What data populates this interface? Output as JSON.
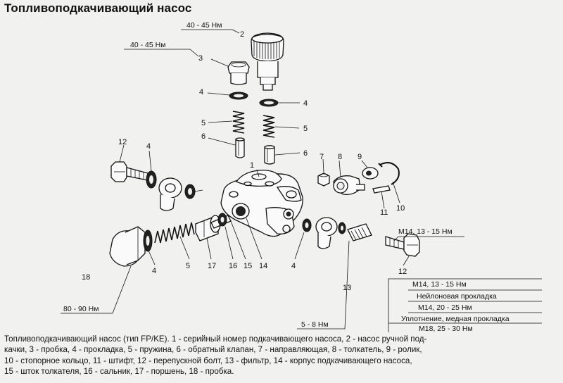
{
  "title": "Топливоподкачивающий насос",
  "callouts": {
    "n1": "1",
    "n2": "2",
    "n3": "3",
    "n4a": "4",
    "n4b": "4",
    "n4c": "4",
    "n4d": "4",
    "n4e": "4",
    "n5a": "5",
    "n5b": "5",
    "n5c": "5",
    "n6a": "6",
    "n6b": "6",
    "n7": "7",
    "n8": "8",
    "n9": "9",
    "n10": "10",
    "n11": "11",
    "n12a": "12",
    "n12b": "12",
    "n13": "13",
    "n14": "14",
    "n15": "15",
    "n16": "16",
    "n17": "17",
    "n18": "18"
  },
  "specs": {
    "pump_torque": "40 - 45 Нм",
    "plug_torque": "40 - 45 Нм",
    "bolt_torque_top": "M14, 13 - 15 Нм",
    "spec_m14_a": "M14, 13 - 15 Нм",
    "nylon_gasket": "Нейлоновая прокладка",
    "spec_m14_b": "M14, 20 - 25 Нм",
    "copper_seal": "Уплотнение, медная прокладка",
    "spec_m18": "M18, 25 - 30 Нм",
    "filter_torque": "5 - 8 Нм",
    "big_plug_torque": "80 - 90 Нм"
  },
  "caption_lines": [
    "Топливоподкачивающий насос (тип FP/KE). 1 - серийный номер подкачивающего насоса, 2 - насос ручной под-",
    "качки, 3 - пробка, 4 - прокладка, 5 - пружина, 6 - обратный клапан, 7 - направляющая, 8 - толкатель, 9 - ролик,",
    "10 - стопорное кольцо, 11 - штифт, 12 - перепускной болт, 13 - фильтр, 14 - корпус подкачивающего насоса,",
    "15 - шток толкателя, 16 - сальник, 17 - поршень, 18 - пробка."
  ]
}
